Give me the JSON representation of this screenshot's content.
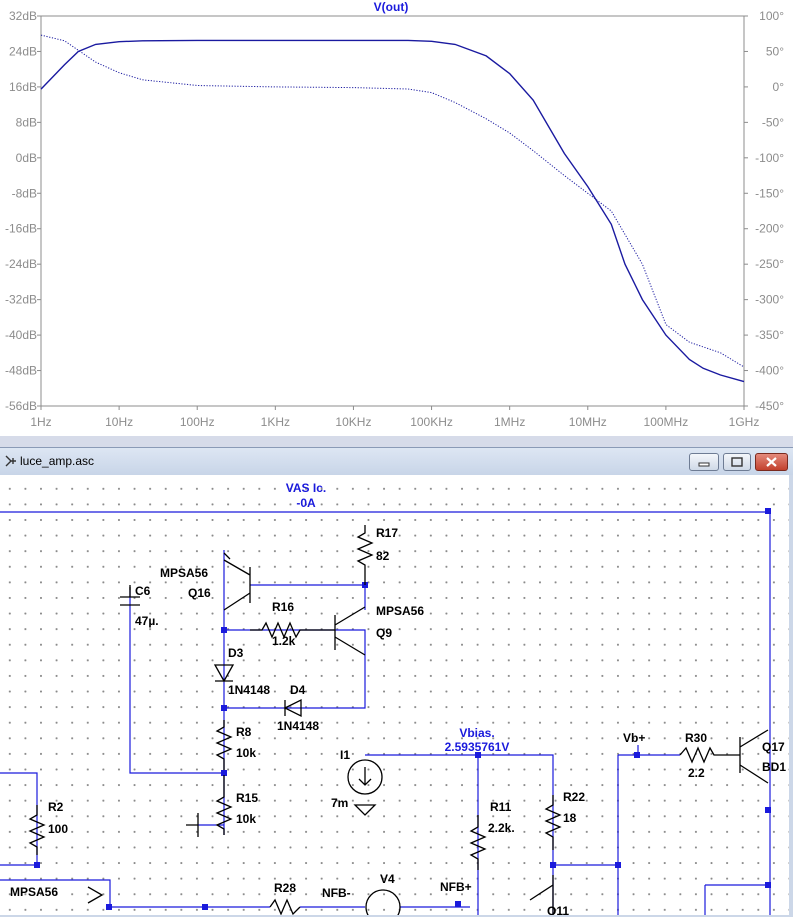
{
  "plot": {
    "title": "V(out)",
    "left_ticks": [
      "32dB",
      "24dB",
      "16dB",
      "8dB",
      "0dB",
      "-8dB",
      "-16dB",
      "-24dB",
      "-32dB",
      "-40dB",
      "-48dB",
      "-56dB"
    ],
    "right_ticks": [
      "100°",
      "50°",
      "0°",
      "-50°",
      "-100°",
      "-150°",
      "-200°",
      "-250°",
      "-300°",
      "-350°",
      "-400°",
      "-450°"
    ],
    "bottom_ticks": [
      "1Hz",
      "10Hz",
      "100Hz",
      "1KHz",
      "10KHz",
      "100KHz",
      "1MHz",
      "10MHz",
      "100MHz",
      "1GHz"
    ],
    "colors": {
      "trace": "#1a1aa0",
      "tick_text": "#8c8c8c",
      "title": "#1a1adc"
    }
  },
  "chart_data": {
    "type": "line",
    "title": "V(out)",
    "x_scale": "log",
    "xlim": [
      1,
      1000000000
    ],
    "ylim_left": [
      -56,
      32
    ],
    "ylim_right": [
      -450,
      100
    ],
    "grid": false,
    "series": [
      {
        "style": "solid",
        "axis": "left",
        "unit": "dB",
        "x": [
          1,
          2,
          3,
          5,
          10,
          20,
          100,
          1000,
          10000,
          50000,
          100000,
          200000,
          500000,
          1000000,
          2000000,
          5000000,
          10000000,
          20000000,
          30000000,
          50000000,
          100000000,
          200000000,
          300000000,
          500000000,
          1000000000
        ],
        "values": [
          15.5,
          21,
          24,
          25.6,
          26.2,
          26.4,
          26.5,
          26.5,
          26.5,
          26.5,
          26.3,
          25.6,
          23,
          19,
          13,
          1,
          -6.5,
          -15,
          -24,
          -32,
          -40,
          -45.5,
          -47.5,
          -49,
          -50.5
        ]
      },
      {
        "style": "dotted",
        "axis": "right",
        "unit": "°",
        "x": [
          1,
          2,
          5,
          10,
          20,
          100,
          1000,
          10000,
          50000,
          100000,
          200000,
          500000,
          1000000,
          2000000,
          5000000,
          10000000,
          20000000,
          50000000,
          100000000,
          200000000,
          500000000,
          1000000000
        ],
        "values": [
          73,
          65,
          35,
          20,
          10,
          2,
          0,
          -1,
          -3,
          -8,
          -22,
          -45,
          -65,
          -90,
          -125,
          -150,
          -175,
          -250,
          -335,
          -360,
          -375,
          -395
        ]
      }
    ]
  },
  "window": {
    "title": "luce_amp.asc",
    "buttons": {
      "minimize": "minimize",
      "maximize": "maximize",
      "close": "close"
    }
  },
  "schematic": {
    "colors": {
      "wire": "#1a1adc",
      "component": "#000000",
      "net_label": "#1a1adc"
    },
    "net_labels": {
      "vas_ic_name": "VAS Ic.",
      "vas_ic_value": "-0A",
      "vbias_name": "Vbias.",
      "vbias_value": "2.5935761V",
      "vbplus": "Vb+",
      "nfb_minus": "NFB-",
      "nfb_plus": "NFB+"
    },
    "components": {
      "r17": {
        "name": "R17",
        "value": "82"
      },
      "q16": {
        "name": "Q16",
        "model": "MPSA56"
      },
      "q9": {
        "name": "Q9",
        "model": "MPSA56"
      },
      "c6": {
        "name": "C6",
        "value": "47µ."
      },
      "r16": {
        "name": "R16",
        "value": "1.2k"
      },
      "d3": {
        "name": "D3",
        "model": "1N4148"
      },
      "d4": {
        "name": "D4",
        "model": "1N4148"
      },
      "r8": {
        "name": "R8",
        "value": "10k"
      },
      "r15": {
        "name": "R15",
        "value": "10k"
      },
      "i1": {
        "name": "I1",
        "value": "7m"
      },
      "r11": {
        "name": "R11",
        "value": "2.2k."
      },
      "r22": {
        "name": "R22",
        "value": "18"
      },
      "r30": {
        "name": "R30",
        "value": "2.2"
      },
      "q17": {
        "name": "Q17",
        "model": "BD1"
      },
      "r2": {
        "name": "R2",
        "value": "100"
      },
      "r28": {
        "name": "R28"
      },
      "v4": {
        "name": "V4"
      },
      "q11": {
        "name": "Q11"
      },
      "bottom_left_model": "MPSA56"
    }
  }
}
